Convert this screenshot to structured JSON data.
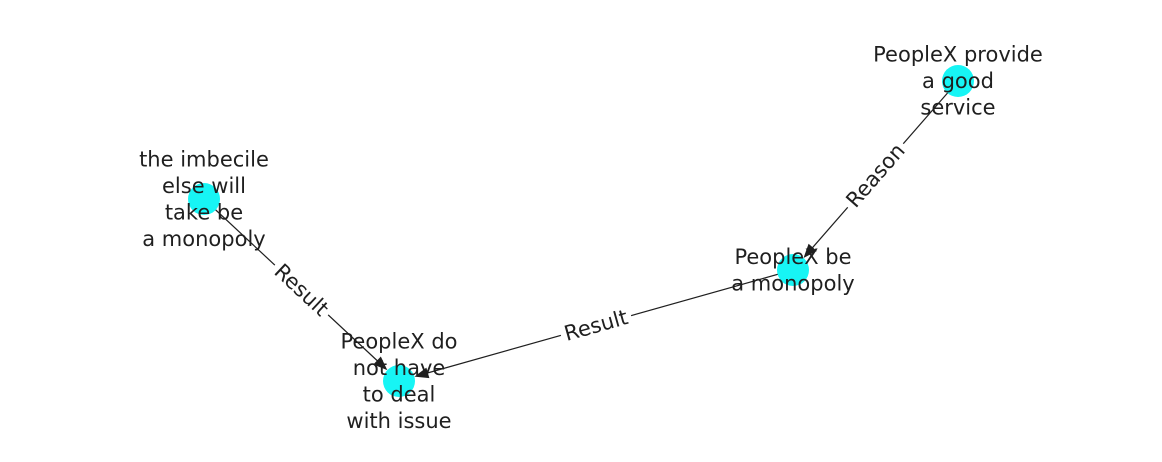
{
  "colors": {
    "node_fill": "#17f5f5",
    "edge": "#1f1f1f",
    "text": "#1f1f1f",
    "background": "#ffffff"
  },
  "nodes": [
    {
      "id": "n1",
      "lines": [
        "PeopleX provide",
        "a good",
        "service"
      ]
    },
    {
      "id": "n2",
      "lines": [
        "PeopleX be",
        "a monopoly"
      ]
    },
    {
      "id": "n3",
      "lines": [
        "the imbecile",
        "else will",
        "take be",
        "a monopoly"
      ]
    },
    {
      "id": "n4",
      "lines": [
        "PeopleX do",
        "not have",
        "to deal",
        "with issue"
      ]
    }
  ],
  "edges": [
    {
      "id": "e1",
      "from": "n1",
      "to": "n2",
      "label": "Reason"
    },
    {
      "id": "e2",
      "from": "n2",
      "to": "n4",
      "label": "Result"
    },
    {
      "id": "e3",
      "from": "n3",
      "to": "n4",
      "label": "Result"
    }
  ]
}
